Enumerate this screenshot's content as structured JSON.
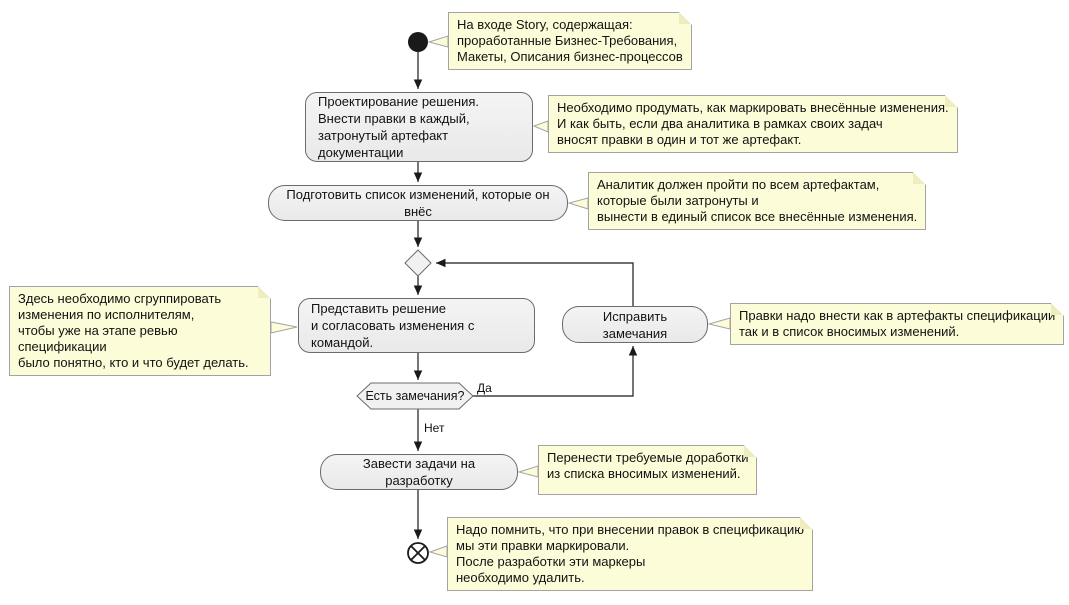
{
  "diagram_type": "uml-activity-diagram",
  "colors": {
    "note_fill": "#fcfcd8",
    "note_border": "#a3a3a3",
    "activity_fill": "#efefef",
    "activity_border": "#6b6b6b",
    "edge": "#1a1a1a",
    "background": "#ffffff"
  },
  "nodes": {
    "design": {
      "label": "Проектирование решения.\nВнести правки в каждый,\nзатронутый артефакт документации"
    },
    "prepare_list": {
      "label": "Подготовить список изменений, которые он внёс"
    },
    "present": {
      "label": "Представить решение\nи согласовать изменения с командой."
    },
    "fix_remarks": {
      "label": "Исправить замечания"
    },
    "create_tasks": {
      "label": "Завести задачи на разработку"
    },
    "decision": {
      "label": "Есть замечания?",
      "yes_label": "Да",
      "no_label": "Нет"
    }
  },
  "notes": {
    "input": {
      "text": "На входе Story, содержащая:\nпроработанные Бизнес-Требования,\nМакеты, Описания бизнес-процессов"
    },
    "marking": {
      "text": "Необходимо продумать, как маркировать внесённые изменения.\nИ как быть, если два аналитика в рамках своих задач\nвносят правки в один и тот же артефакт."
    },
    "artifacts": {
      "text": "Аналитик должен пройти по всем артефактам,\nкоторые были затронуты и\nвынести в единый список все внесённые изменения."
    },
    "grouping": {
      "text": "Здесь необходимо сгруппировать\nизменения по исполнителям,\nчтобы уже на этапе ревью спецификации\nбыло понятно, кто и что будет делать."
    },
    "fixes": {
      "text": "Правки надо внести как в артефакты спецификации\nтак и в список вносимых изменений."
    },
    "transfer": {
      "text": "Перенести требуемые доработки\nиз списка вносимых изменений."
    },
    "reminder": {
      "text": "Надо помнить, что при внесении правок в спецификацию\nмы эти правки маркировали.\nПосле разработки эти маркеры\nнеобходимо удалить."
    }
  }
}
